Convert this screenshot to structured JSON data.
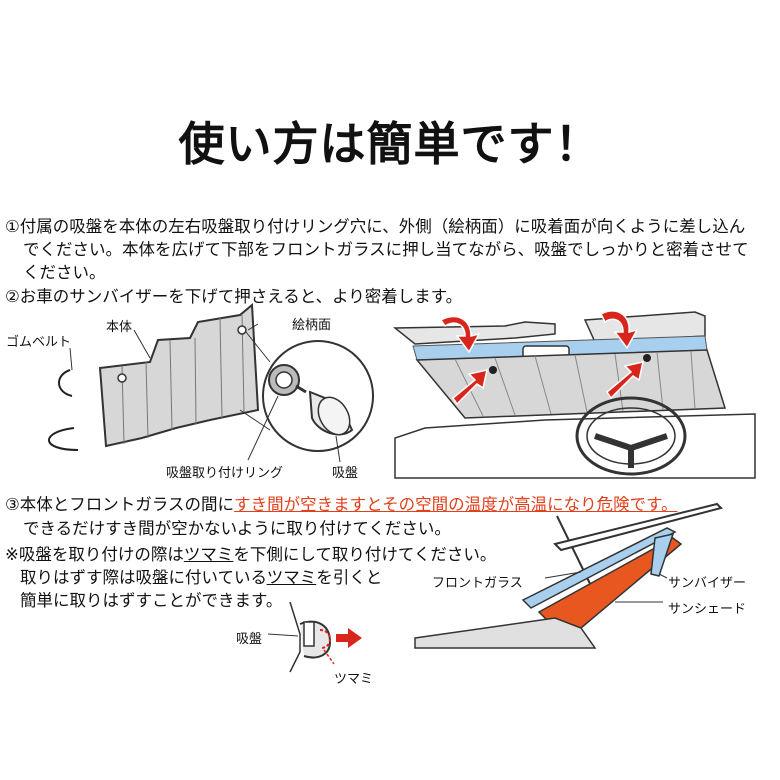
{
  "title": "使い方は簡単です！",
  "step1": {
    "line1": "①付属の吸盤を本体の左右吸盤取り付けリング穴に、外側（絵柄面）に吸着面が向くように差し込ん",
    "line2": "でください。本体を広げて下部をフロントガラスに押し当てながら、吸盤でしっかりと密着させて",
    "line3": "ください。"
  },
  "step2": "②お車のサンバイザーを下げて押さえると、より密着します。",
  "diagram1": {
    "label_belt": "ゴムベルト",
    "label_body": "本体",
    "label_pattern": "絵柄面",
    "label_ring": "吸盤取り付けリング",
    "label_sucker": "吸盤"
  },
  "step3": {
    "prefix": "③本体とフロントガラスの間に",
    "warning": "すき間が空きますとその空間の温度が高温になり危険です。",
    "line2": "できるだけすき間が空かないように取り付けてください。"
  },
  "note": {
    "line1_a": "※吸盤を取り付けの際は",
    "line1_b": "ツマミ",
    "line1_c": "を下側にして取り付けてください。",
    "line2_a": "取りはずす際は吸盤に付いている",
    "line2_b": "ツマミ",
    "line2_c": "を引くと",
    "line3": "簡単に取りはずすことができます。"
  },
  "diagram3": {
    "label_sucker": "吸盤",
    "label_knob": "ツマミ"
  },
  "diagram4": {
    "label_windshield": "フロントガラス",
    "label_sunvisor": "サンバイザー",
    "label_sunshade": "サンシェード"
  },
  "colors": {
    "warning_red": "#e0401b",
    "shade_orange": "#e8571f",
    "glass_blue": "#a8cfee",
    "arrow_red": "#d9261c",
    "panel_gray": "#d7d7d7"
  }
}
